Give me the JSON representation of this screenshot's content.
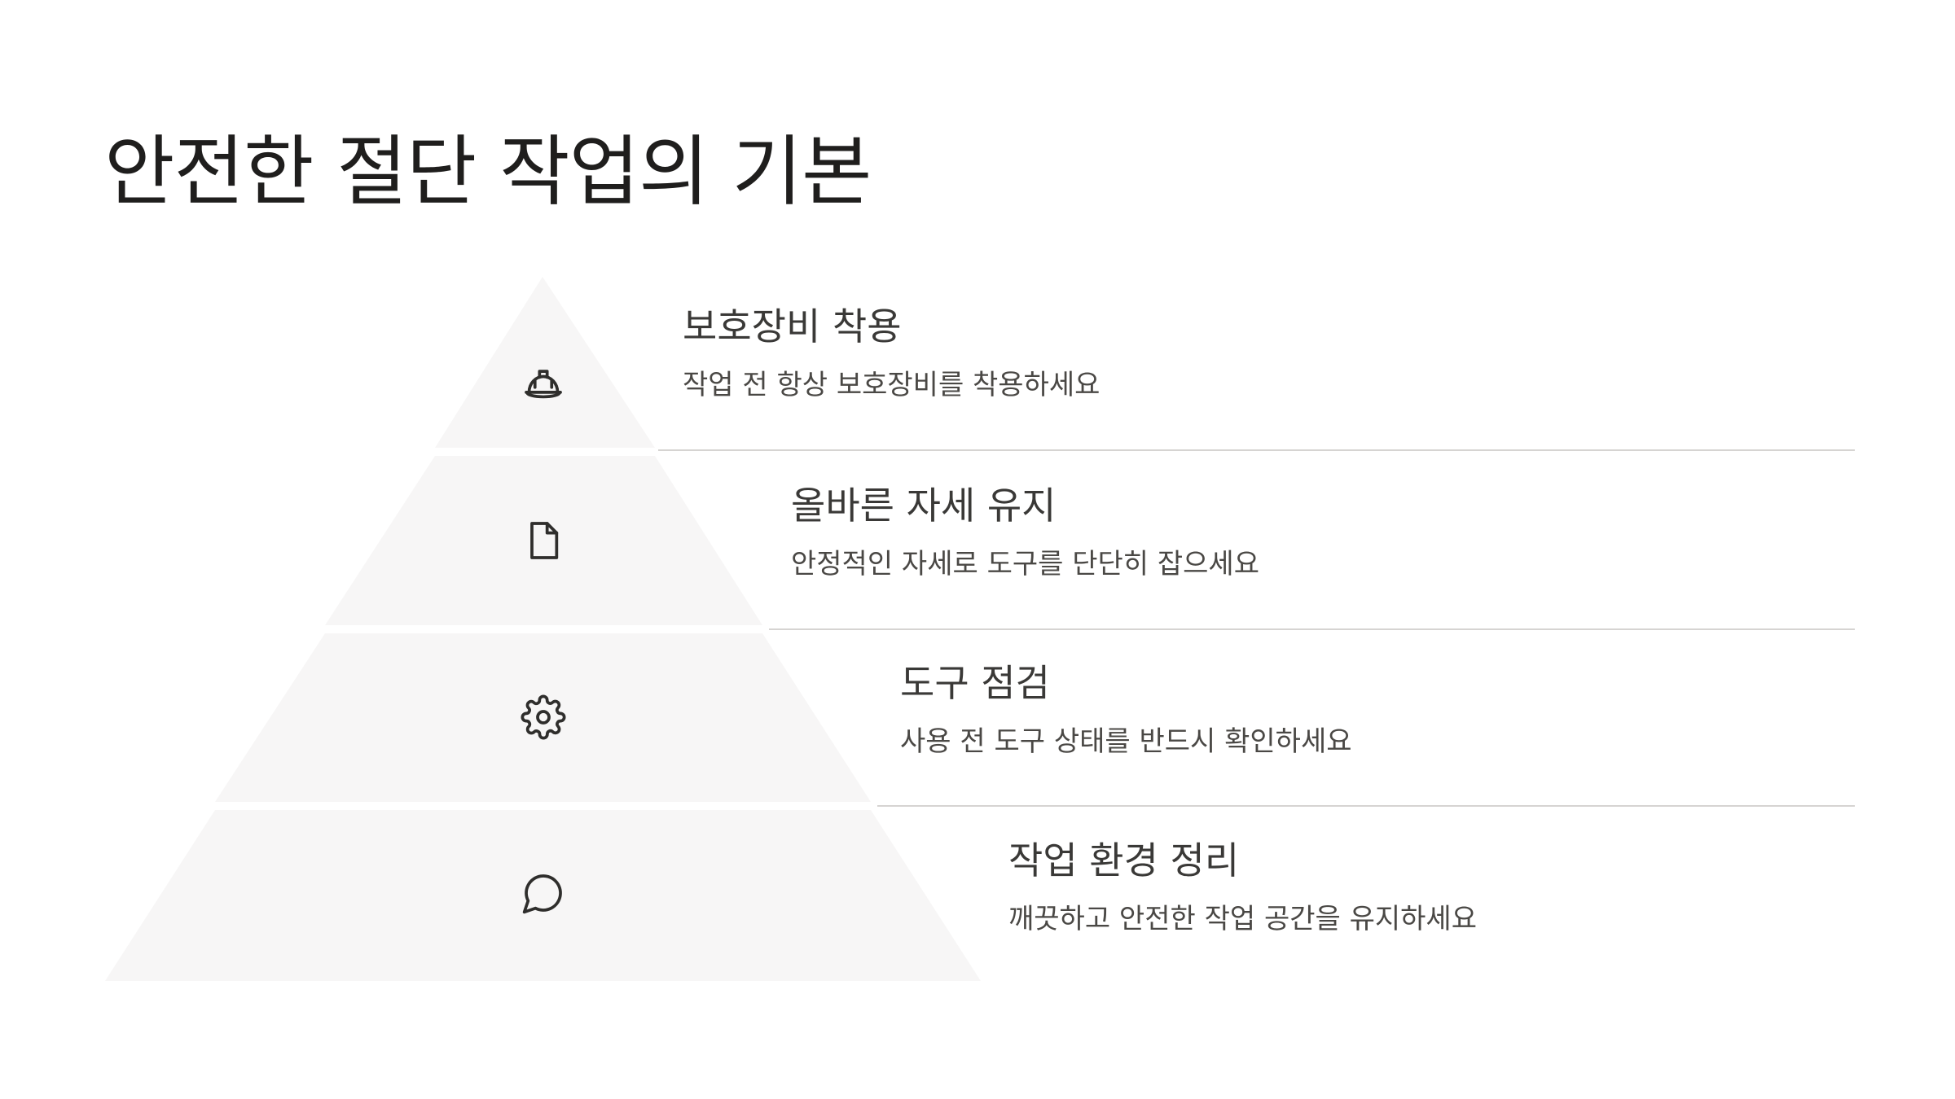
{
  "title": "안전한 절단 작업의 기본",
  "colors": {
    "tier_fill": "#f7f6f6",
    "divider": "#d6d4d2",
    "text_primary": "#1f1e1d",
    "text_secondary": "#4a4845"
  },
  "tiers": [
    {
      "icon": "hard-hat-icon",
      "title": "보호장비 착용",
      "description": "작업 전 항상 보호장비를 착용하세요"
    },
    {
      "icon": "document-icon",
      "title": "올바른 자세 유지",
      "description": "안정적인 자세로 도구를 단단히 잡으세요"
    },
    {
      "icon": "gear-icon",
      "title": "도구 점검",
      "description": "사용 전 도구 상태를 반드시 확인하세요"
    },
    {
      "icon": "chat-bubble-icon",
      "title": "작업 환경 정리",
      "description": "깨끗하고 안전한 작업 공간을 유지하세요"
    }
  ]
}
